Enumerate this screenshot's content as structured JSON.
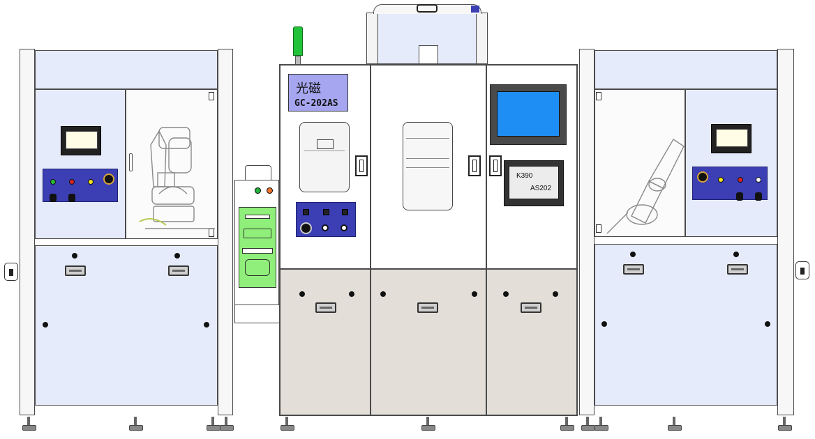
{
  "machine": {
    "brand_label": "光磁",
    "model_label": "GC-202AS"
  },
  "hmi_panel": {
    "line1": "K390",
    "line2": "AS202"
  },
  "colors": {
    "panel_blue": "#3b3fb3",
    "brand_plate": "#a6a6f0",
    "screen_blue": "#1e8ef5",
    "frame_lavender": "#e6ebfb",
    "lower_door_beige": "#e3ded7",
    "tray_green": "#90ef7a",
    "tower_light_green": "#22c23a"
  },
  "icons": [
    "tower-light-icon",
    "robot-arm-icon",
    "emergency-stop-icon",
    "door-handle-icon",
    "caster-foot-icon"
  ]
}
